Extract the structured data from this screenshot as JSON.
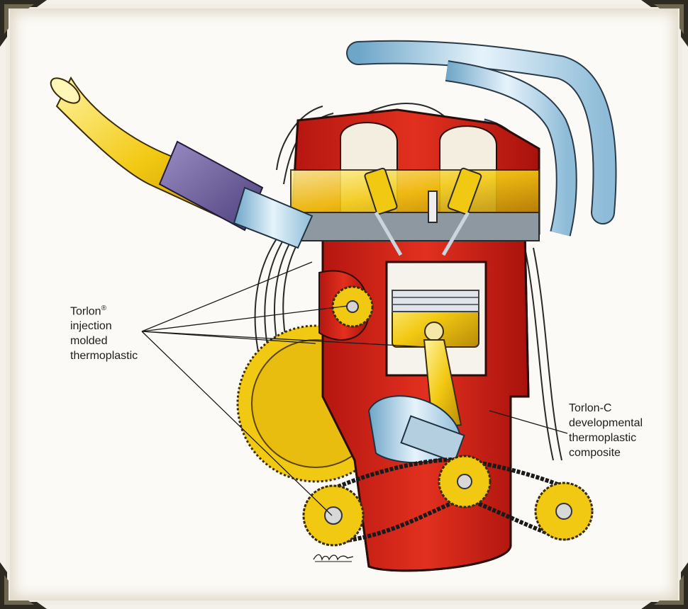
{
  "labels": {
    "left": {
      "line1": "Torlon",
      "line1_mark": "®",
      "line2": "injection",
      "line3": "molded",
      "line4": "thermoplastic"
    },
    "right": {
      "line1": "Torlon-C",
      "line2": "developmental",
      "line3": "thermoplastic",
      "line4": "composite"
    }
  },
  "artist_signature": "Ray Pioch",
  "colors": {
    "engine_red": "#d8221a",
    "part_yellow": "#f2c912",
    "metal_blue": "#9ec6de",
    "intake_purple": "#7b69a6",
    "frame_corner": "#2d2a22"
  }
}
